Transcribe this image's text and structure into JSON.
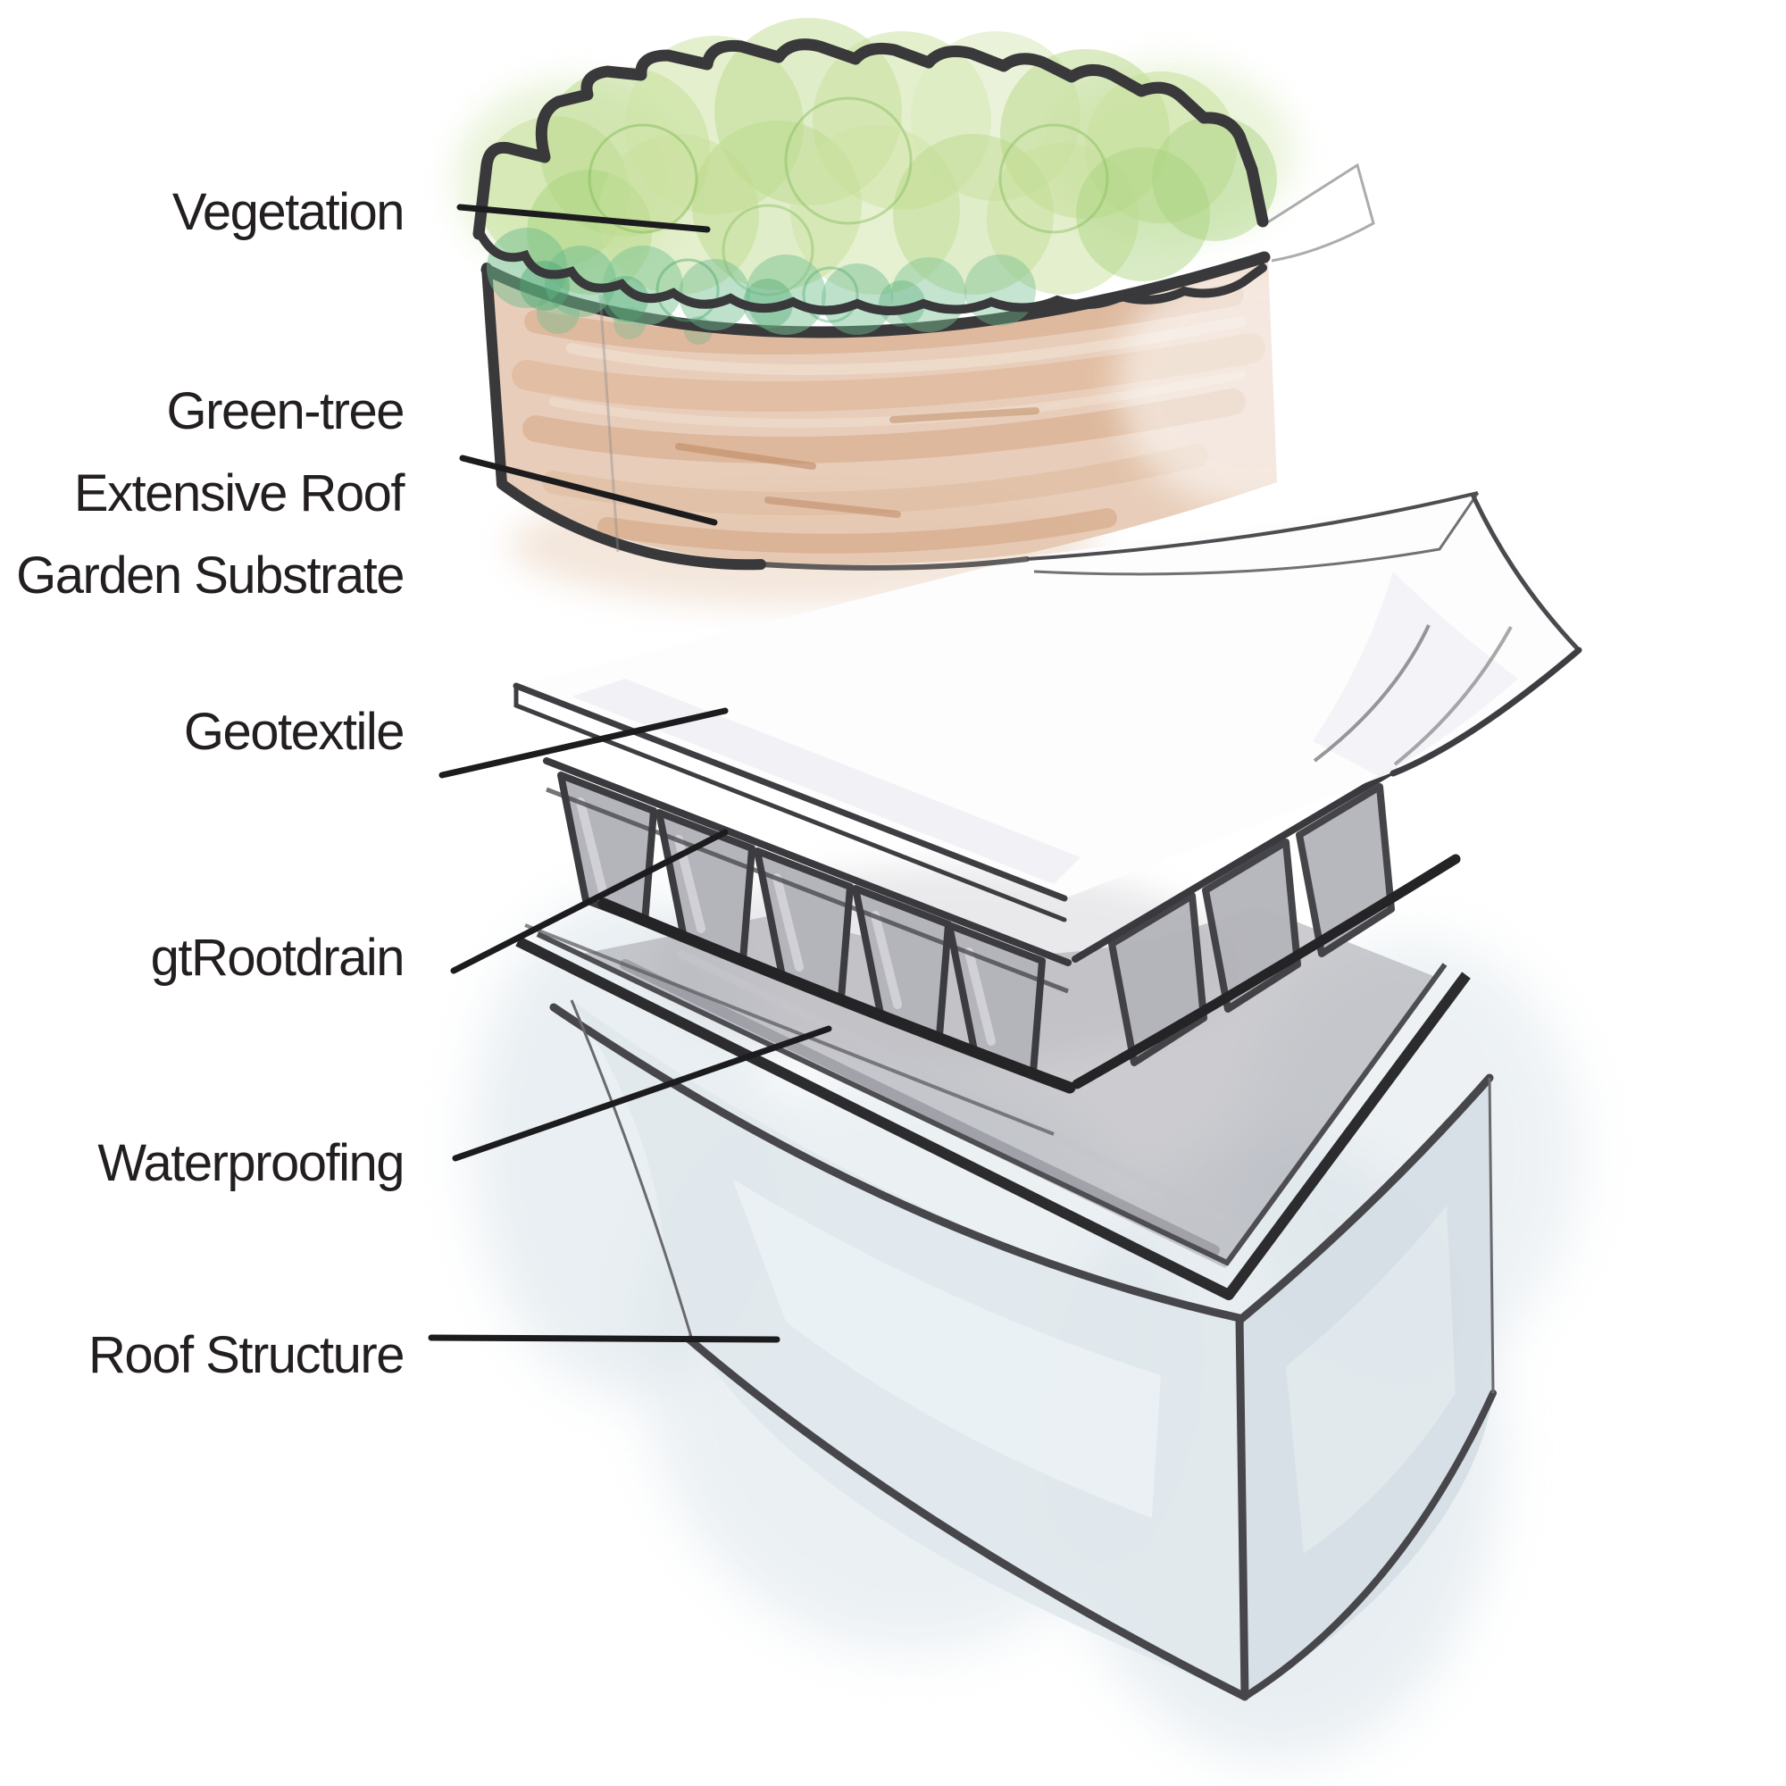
{
  "figure": {
    "description": "Hand-sketched exploded diagram of an extensive green roof build-up"
  },
  "labels": {
    "vegetation": "Vegetation",
    "substrate_line1": "Green-tree",
    "substrate_line2": "Extensive Roof",
    "substrate_line3": "Garden Substrate",
    "geotextile": "Geotextile",
    "rootdrain": "gtRootdrain",
    "waterproofing": "Waterproofing",
    "roof_structure": "Roof Structure"
  },
  "colors": {
    "label_text": "#231f20",
    "sketch_outline": "#3a3a3d",
    "leader_line": "#1c1c1e",
    "vegetation_light_green": "#c9e09c",
    "vegetation_mid_green": "#b7d788",
    "vegetation_teal_green": "#6fbc8d",
    "substrate_tan": "#e2c2a9",
    "substrate_dark_tan": "#d2a17e",
    "geotextile_white": "#fdfdfe",
    "rootdrain_gray": "#b4b4bb",
    "waterproofing_gray": "#a2a2a9",
    "roof_structure_blue_gray": "#dfe7ec"
  }
}
